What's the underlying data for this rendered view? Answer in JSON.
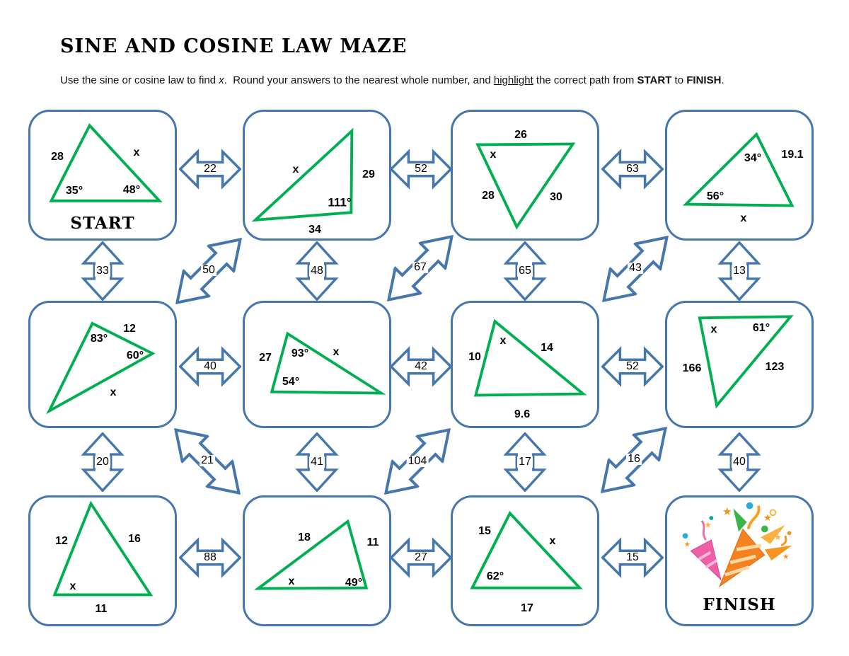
{
  "title": "SINE AND COSINE LAW MAZE",
  "instructions": {
    "p1": "Use the sine or cosine law to find ",
    "x": "x",
    "p2": ".  Round your answers to the nearest whole number, and ",
    "highlight": "highlight",
    "p3": " the correct path from ",
    "start": "START",
    "p4": " to ",
    "finish": "FINISH",
    "p5": "."
  },
  "nodes": [
    {
      "caption": "START",
      "labels": [
        "28",
        "x",
        "35°",
        "48°"
      ]
    },
    {
      "labels": [
        "x",
        "29",
        "111°",
        "34"
      ]
    },
    {
      "labels": [
        "26",
        "x",
        "28",
        "30"
      ]
    },
    {
      "labels": [
        "34°",
        "19.1",
        "56°",
        "x"
      ]
    },
    {
      "labels": [
        "12",
        "83°",
        "60°",
        "x"
      ]
    },
    {
      "labels": [
        "27",
        "93°",
        "x",
        "54°"
      ]
    },
    {
      "labels": [
        "10",
        "x",
        "14",
        "9.6"
      ]
    },
    {
      "labels": [
        "x",
        "61°",
        "166",
        "123"
      ]
    },
    {
      "labels": [
        "12",
        "16",
        "x",
        "11"
      ]
    },
    {
      "labels": [
        "18",
        "11",
        "x",
        "49°"
      ]
    },
    {
      "labels": [
        "15",
        "x",
        "62°",
        "17"
      ]
    },
    {
      "caption": "FINISH",
      "labels": []
    }
  ],
  "arrows": {
    "h": [
      "22",
      "52",
      "63",
      "40",
      "42",
      "52",
      "88",
      "27",
      "15"
    ],
    "v": [
      "33",
      "48",
      "65",
      "13",
      "20",
      "41",
      "17",
      "40"
    ],
    "d": [
      "50",
      "67",
      "43",
      "21",
      "104",
      "16"
    ]
  },
  "icons": {
    "finish": "party-popper-confetti"
  },
  "colors": {
    "outline_blue": "#4677AC",
    "triangle_green": "#00B050",
    "text": "#000000"
  }
}
